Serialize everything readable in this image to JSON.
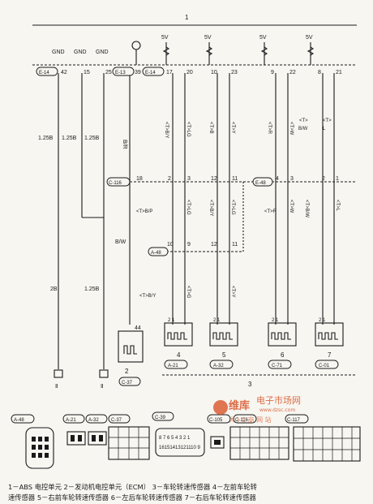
{
  "diagram": {
    "figure_number": "1",
    "gnd_label": "GND",
    "v5_label": "5V",
    "top_pins": {
      "p42": "42",
      "p15": "15",
      "p25": "25",
      "p39": "39",
      "p17": "17",
      "p20": "20",
      "p10": "10",
      "p23": "23",
      "p9": "9",
      "p22": "22",
      "p8": "8",
      "p21": "21"
    },
    "conn_e14": "E-14",
    "conn_e13": "E-13",
    "conn_e14b": "E-14",
    "conn_c116": "C-116",
    "conn_e48": "E-48",
    "conn_a48": "A-48",
    "wire_125b_a": "1.25B",
    "wire_125b_b": "1.25B",
    "wire_125b_c": "1.25B",
    "wire_br": "B/R",
    "wire_bw": "B/W",
    "wire_2b": "2B",
    "wire_125b_d": "1.25B",
    "sig_by_top": "<T>B/Y",
    "sig_lg_top": "<T>LG",
    "sig_b_top": "<T>B",
    "sig_y_top": "<T>Y",
    "sig_r_top": "<T>R",
    "sig_w_top": "<T>W",
    "sig_t_left": "<T>",
    "sig_bw_left": "B/W",
    "sig_t_right": "<T>",
    "sig_l_right": "L",
    "mid_bp": "<T>B/P",
    "mid_lg": "<T>LG",
    "mid_bby": "<T>B/Y",
    "mid_lg2": "<T>LG",
    "mid_r": "<T>R",
    "mid_w": "<T>W",
    "mid_bw": "<T>B/W",
    "mid_l": "<T>L",
    "low_by": "<T>B/Y",
    "low_g": "<T>G",
    "low_y": "<T>Y",
    "pin18": "18",
    "pin2": "2",
    "pin3": "3",
    "pin12": "12",
    "pin11": "11",
    "pin4": "4",
    "pin3b": "3",
    "pin2b": "2",
    "pin1": "1",
    "pin10": "10",
    "pin9": "9",
    "pin12b": "12",
    "pin11b": "11",
    "pin44": "44",
    "sensor_pins": "2   1",
    "comp2": "2",
    "comp_c37": "C-37",
    "s4_num": "4",
    "s4_conn": "A-21",
    "s5_num": "5",
    "s5_conn": "A-32",
    "s6_num": "6",
    "s6_conn": "C-71",
    "s7_num": "7",
    "s7_conn": "C-01",
    "group3": "3",
    "ground_mark": "Ⅱ"
  },
  "connectors_row": {
    "a48": "A-48",
    "a21": "A-21",
    "a32": "A-32",
    "c37": "C-37",
    "c39": "C-39",
    "c105": "C-105",
    "c116": "C-116",
    "c117": "C-117",
    "c39_row1": "8 7 6 5 4 3 2 1",
    "c39_row2": "16151413121110 9"
  },
  "watermark": {
    "brand": "维库",
    "site": "电子市场网",
    "url": "www.dzsc.com",
    "tag": "大 I C 商 网 站"
  },
  "legend": {
    "line1": "1－ABS 电控单元   2－发动机电控单元（ECM）    3－车轮转速传感器    4－左前车轮转",
    "line2": "速传感器    5－右前车轮转速传感器    6－左后车轮转速传感器    7－右后车轮转速传感器"
  }
}
